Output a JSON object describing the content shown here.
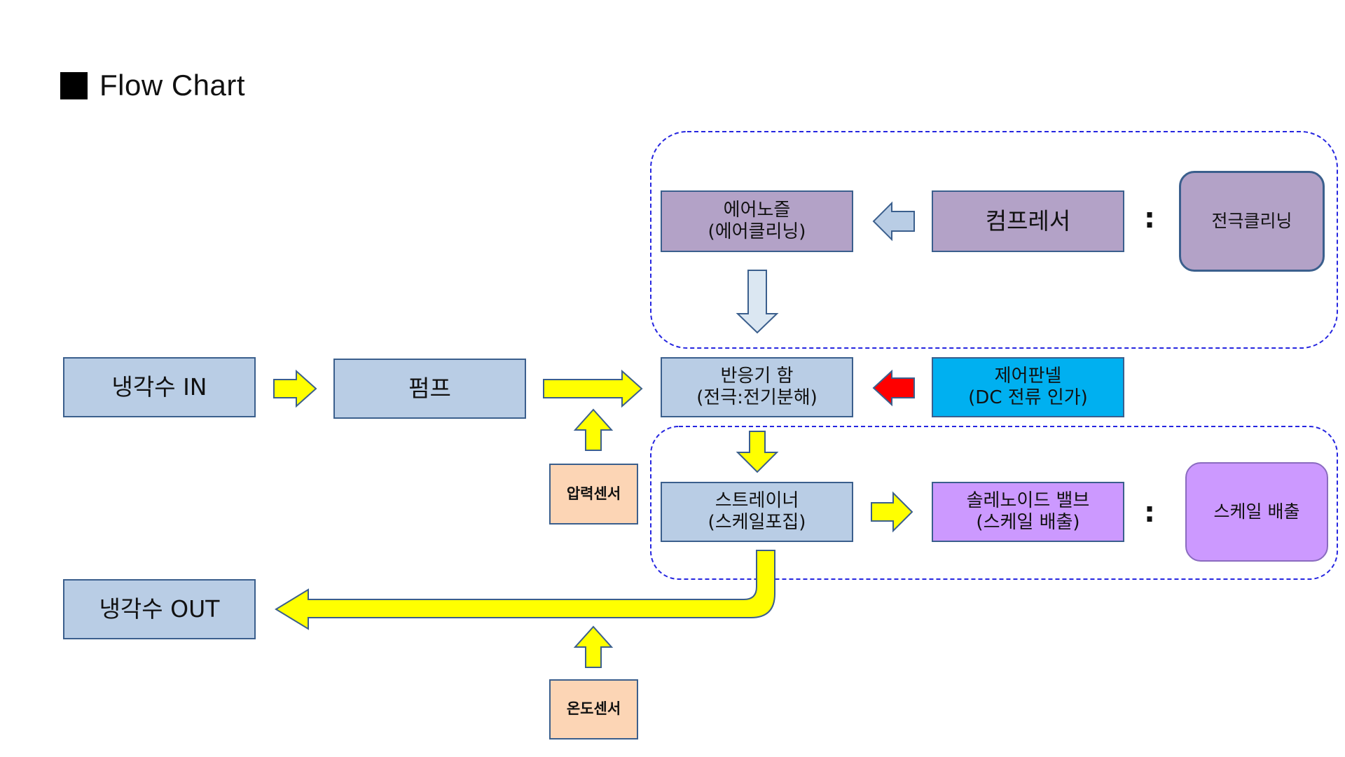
{
  "title": "Flow Chart",
  "colors": {
    "blue_box": "#b9cde5",
    "purple_box": "#b3a2c7",
    "violet_box": "#cc99ff",
    "cyan_box": "#00b0f0",
    "sensor_box": "#fcd5b5",
    "box_border": "#3b5f8d",
    "yellow_arrow": "#ffff00",
    "red_arrow": "#ff0000",
    "dashed_border": "#2626e0"
  },
  "nodes": {
    "coolant_in": "냉각수 IN",
    "pump": "펌프",
    "reactor": {
      "line1": "반응기 함",
      "line2": "(전극:전기분해)"
    },
    "control_panel": {
      "line1": "제어판넬",
      "line2": "(DC 전류 인가)"
    },
    "strainer": {
      "line1": "스트레이너",
      "line2": "(스케일포집)"
    },
    "solenoid_valve": {
      "line1": "솔레노이드 밸브",
      "line2": "(스케일 배출)"
    },
    "scale_discharge": "스케일 배출",
    "air_nozzle": {
      "line1": "에어노즐",
      "line2": "(에어클리닝)"
    },
    "compressor": "컴프레서",
    "electrode_cleaning": "전극클리닝",
    "pressure_sensor": "압력센서",
    "temperature_sensor": "온도센서",
    "coolant_out": "냉각수 OUT"
  },
  "separator": ":",
  "edges": [
    {
      "from": "coolant_in",
      "to": "pump",
      "color": "yellow"
    },
    {
      "from": "pump",
      "to": "reactor",
      "color": "yellow"
    },
    {
      "from": "pressure_sensor",
      "to": "pump_reactor_line",
      "color": "yellow"
    },
    {
      "from": "control_panel",
      "to": "reactor",
      "color": "red"
    },
    {
      "from": "compressor",
      "to": "air_nozzle",
      "color": "light-blue"
    },
    {
      "from": "air_nozzle",
      "to": "reactor",
      "color": "light-blue"
    },
    {
      "from": "reactor",
      "to": "strainer",
      "color": "yellow"
    },
    {
      "from": "strainer",
      "to": "solenoid_valve",
      "color": "yellow"
    },
    {
      "from": "strainer",
      "to": "coolant_out",
      "color": "yellow"
    },
    {
      "from": "temperature_sensor",
      "to": "outlet_line",
      "color": "yellow"
    }
  ],
  "groups": [
    {
      "members": [
        "air_nozzle",
        "compressor",
        "electrode_cleaning"
      ],
      "style": "dashed"
    },
    {
      "members": [
        "strainer",
        "solenoid_valve",
        "scale_discharge"
      ],
      "style": "dashed"
    }
  ]
}
